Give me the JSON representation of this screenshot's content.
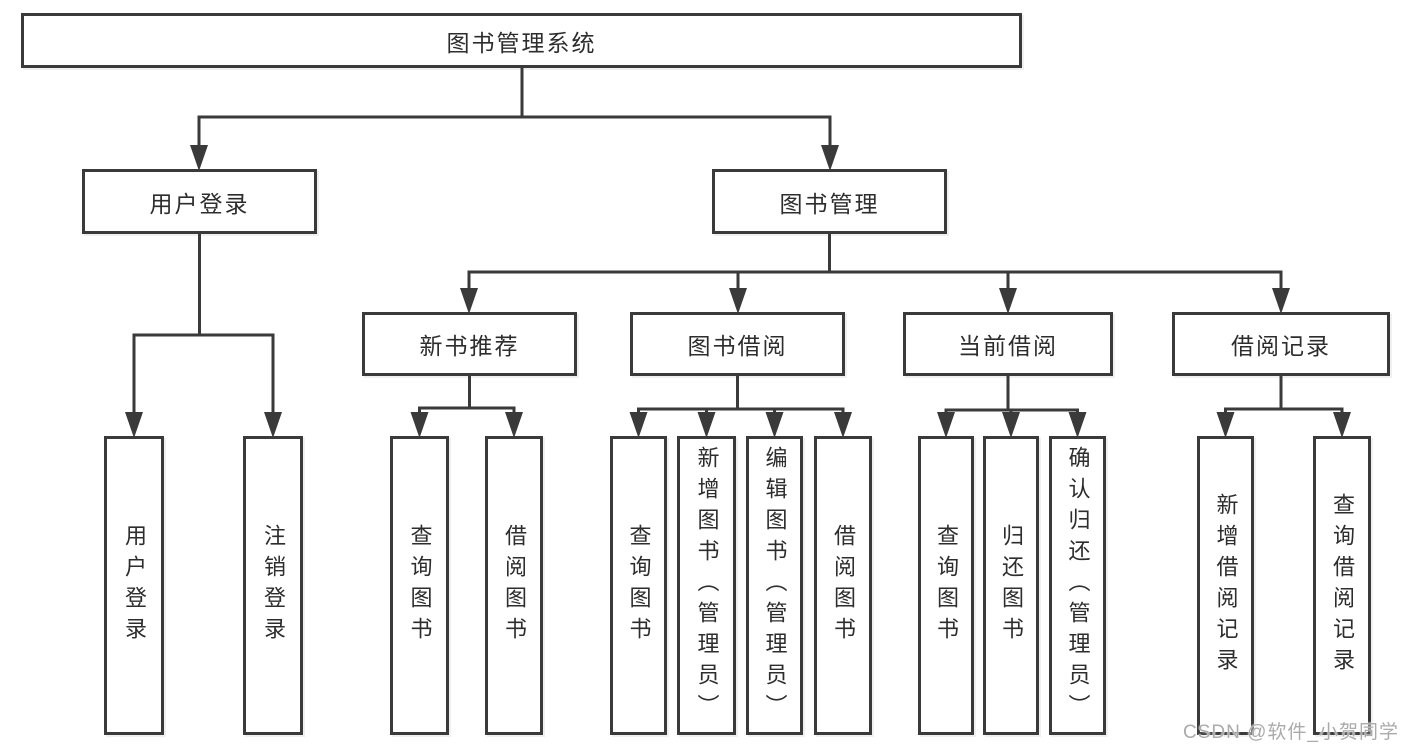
{
  "colors": {
    "line": "#3a3a3a",
    "text": "#2d2d2d",
    "watermark": "#ababab",
    "background": "#ffffff"
  },
  "diagram": {
    "root": "图书管理系统",
    "level2": [
      "用户登录",
      "图书管理"
    ],
    "level3": [
      "新书推荐",
      "图书借阅",
      "当前借阅",
      "借阅记录"
    ],
    "leaves": [
      "用户登录",
      "注销登录",
      "查询图书",
      "借阅图书",
      "查询图书",
      "新增图书（管理员）",
      "编辑图书（管理员）",
      "借阅图书",
      "查询图书",
      "归还图书",
      "确认归还（管理员）",
      "新增借阅记录",
      "查询借阅记录"
    ]
  },
  "watermark": "CSDN @软件_小贺同学"
}
